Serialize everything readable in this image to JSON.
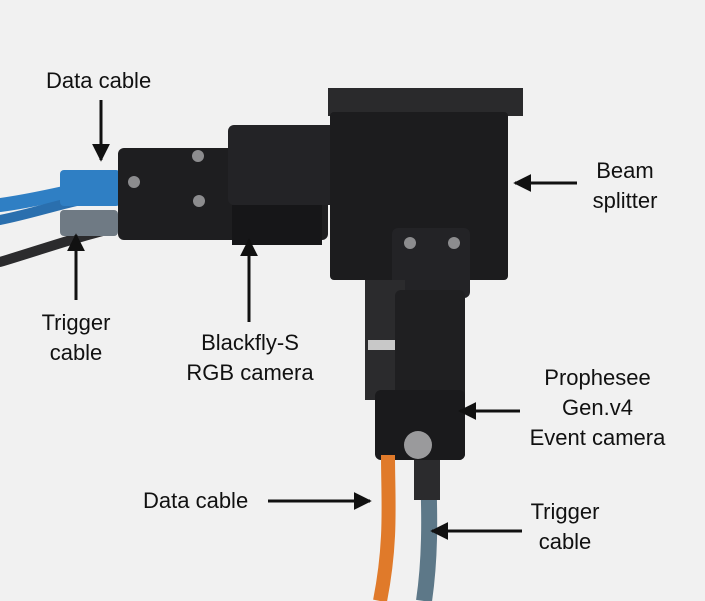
{
  "labels": {
    "data_cable_rgb": "Data cable",
    "trigger_cable_rgb_line1": "Trigger",
    "trigger_cable_rgb_line2": "cable",
    "rgb_camera_line1": "Blackfly-S",
    "rgb_camera_line2": "RGB camera",
    "beam_splitter_line1": "Beam",
    "beam_splitter_line2": "splitter",
    "event_camera_line1": "Prophesee",
    "event_camera_line2": "Gen.v4",
    "event_camera_line3": "Event camera",
    "data_cable_event": "Data cable",
    "trigger_cable_event_line1": "Trigger",
    "trigger_cable_event_line2": "cable"
  },
  "colors": {
    "background": "#f1f1f1",
    "housing": "#1e1e20",
    "blue_cable": "#2f7fc4",
    "orange_cable": "#e07a2a",
    "gray_cable": "#5d7888",
    "arrow": "#111111"
  }
}
